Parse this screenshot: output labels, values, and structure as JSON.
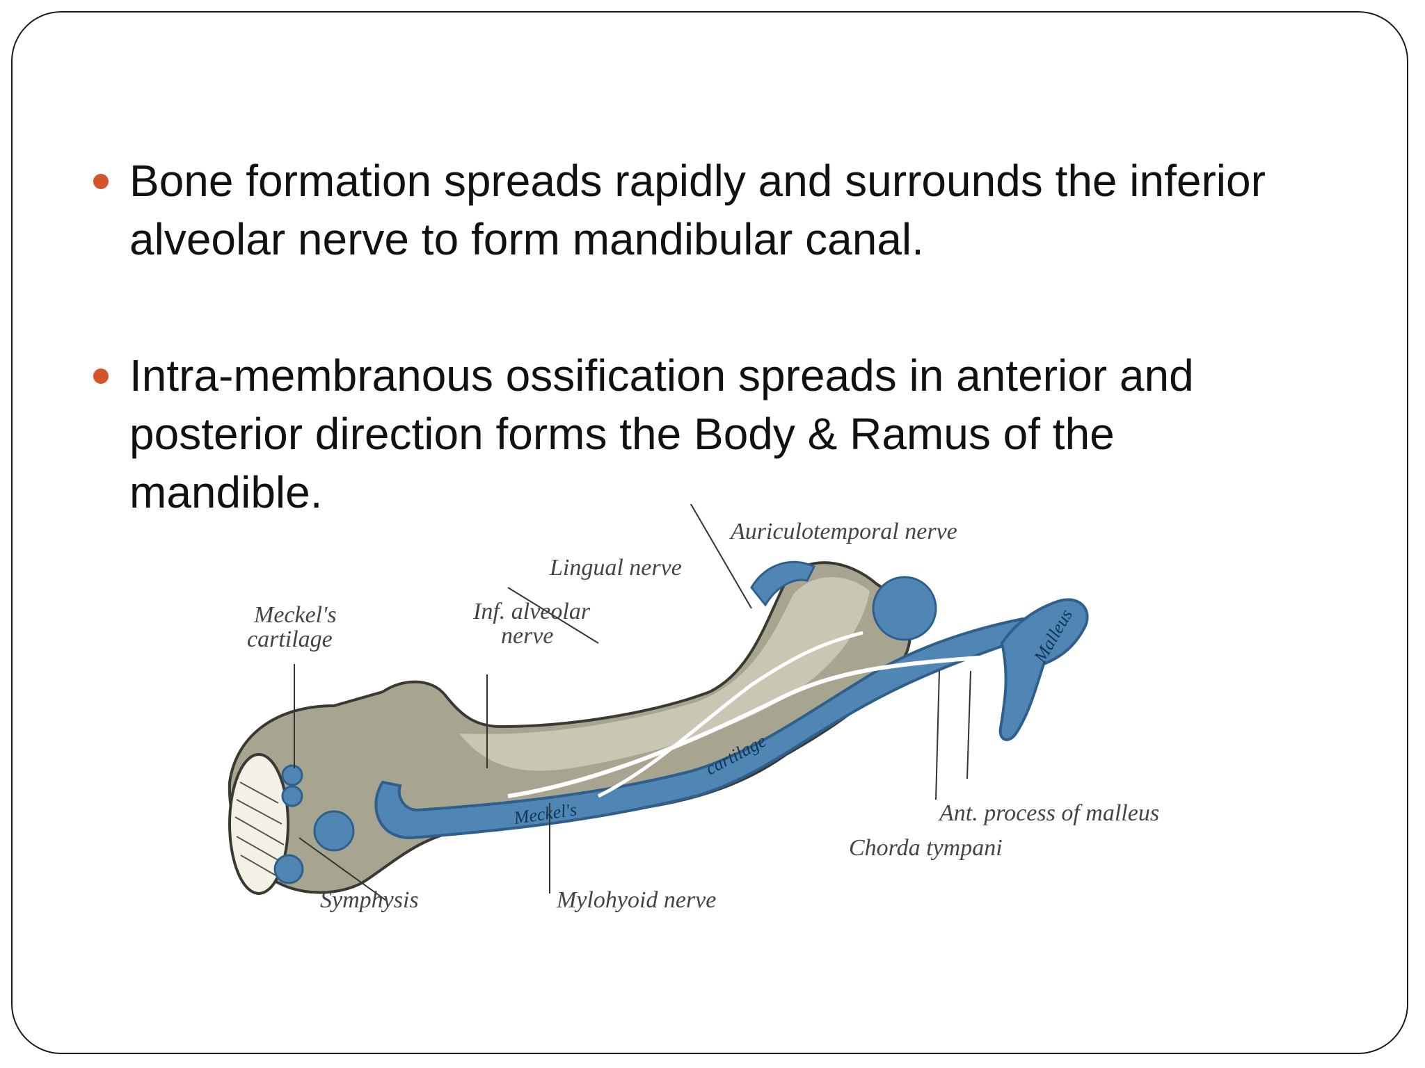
{
  "bullets": [
    {
      "text": "Bone formation spreads rapidly and surrounds the inferior alveolar nerve to form mandibular canal."
    },
    {
      "text": "Intra-membranous ossification spreads in anterior and posterior direction forms the Body & Ramus of the mandible."
    }
  ],
  "figure": {
    "labels": {
      "auriculotemporal": "Auriculotemporal nerve",
      "lingual": "Lingual nerve",
      "meckels_1": "Meckel's",
      "meckels_2": "cartilage",
      "inf_alveolar_1": "Inf. alveolar",
      "inf_alveolar_2": "nerve",
      "ant_process": "Ant. process of malleus",
      "chorda": "Chorda tympani",
      "symphysis": "Symphysis",
      "mylohyoid": "Mylohyoid nerve",
      "malleus_mark": "Malleus",
      "meckels_mark_1": "Meckel's",
      "meckels_mark_2": "cartilage"
    },
    "colors": {
      "cartilage": "#4f86b3",
      "cartilage_dark": "#2f5f8c",
      "bone": "#a7a58f",
      "bone_light": "#cfcdbb"
    }
  }
}
